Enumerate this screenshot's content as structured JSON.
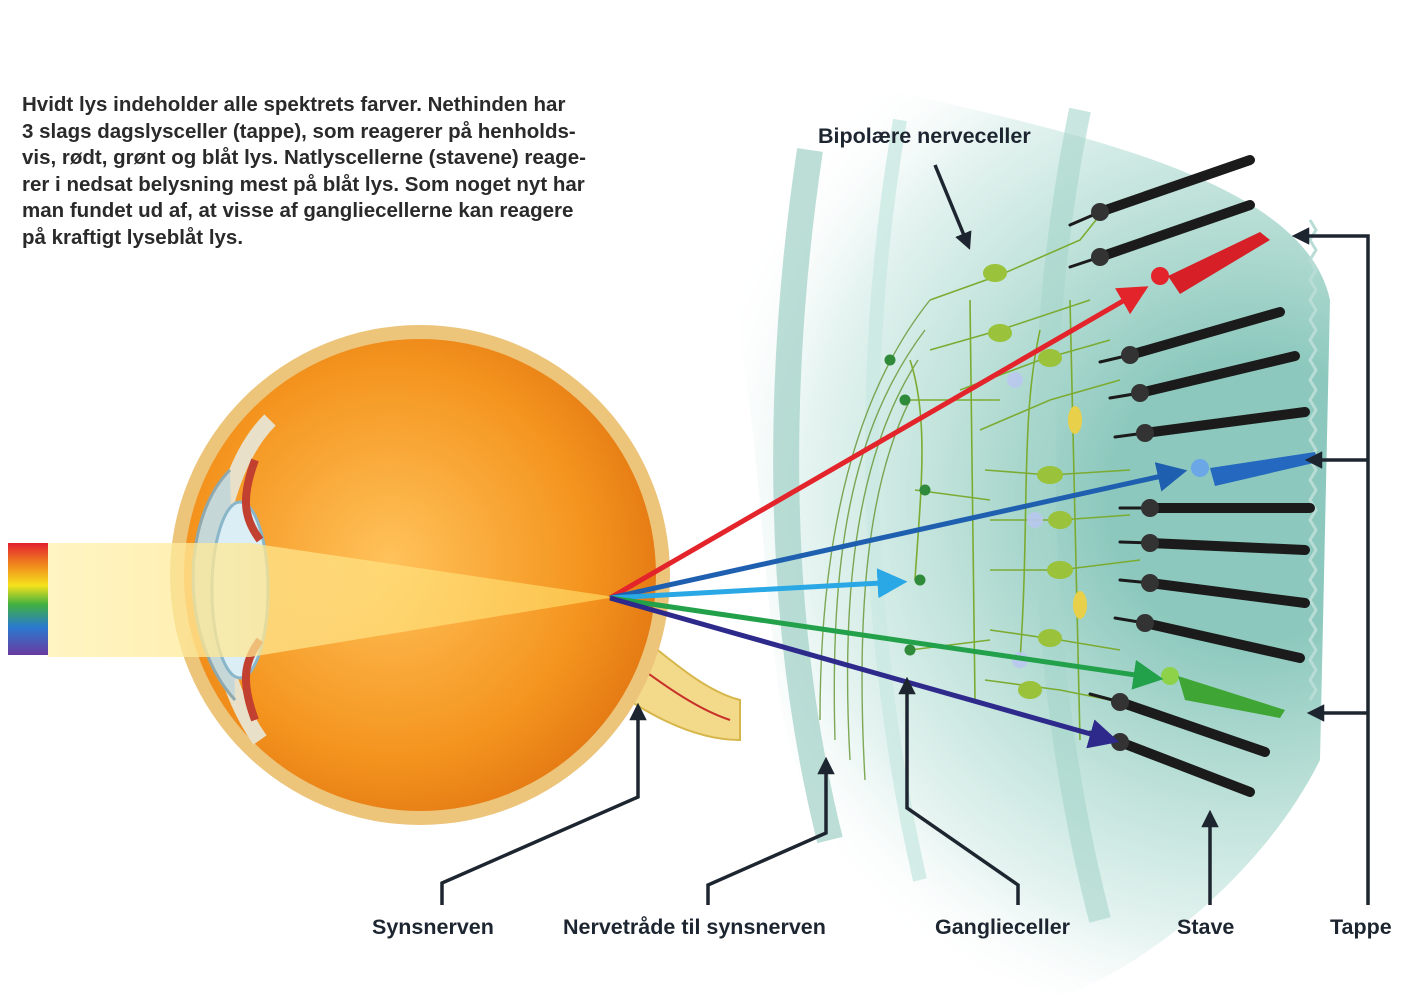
{
  "intro": {
    "lines": [
      "Hvidt lys indeholder alle spektrets farver. Nethinden har",
      "3 slags dagslysceller (tappe), som reagerer på henholds-",
      "vis, rødt, grønt og blåt lys. Natlyscellerne (stavene) reage-",
      "rer i nedsat belysning mest på blåt lys. Som noget nyt har",
      "man fundet ud af, at visse af ganglieceller­ne kan reagere",
      "på kraftigt lyseblåt lys."
    ]
  },
  "labels": {
    "bipolar": "Bipolære nerveceller",
    "optic_nerve": "Synsnerven",
    "nerve_fibers": "Nervetråde til synsnerven",
    "ganglion": "Ganglieceller",
    "rods": "Stave",
    "cones": "Tappe"
  },
  "colors": {
    "red_ray": "#e3242b",
    "blue_ray": "#1f5fb0",
    "cyan_ray": "#2aa8e6",
    "green_ray": "#22a14a",
    "violet_ray": "#2e2a8c",
    "leader": "#1d2630",
    "eye_orange": "#f08a1c",
    "retina_teal": "#7fbfb3"
  }
}
